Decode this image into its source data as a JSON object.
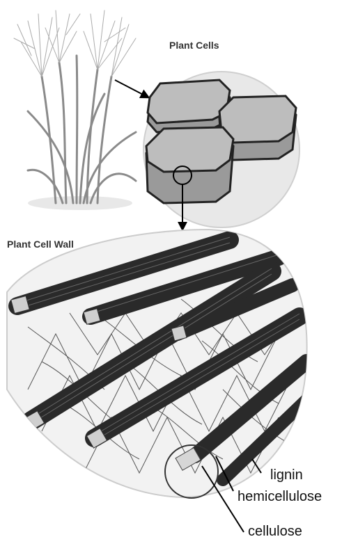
{
  "labels": {
    "plant_cells": "Plant Cells",
    "plant_cell_wall": "Plant Cell Wall",
    "lignin": "lignin",
    "hemicellulose": "hemicellulose",
    "cellulose": "cellulose"
  },
  "colors": {
    "cell_fill": "#bdbdbd",
    "cell_side": "#9a9a9a",
    "cell_outline": "#222222",
    "fiber": "#2a2a2a",
    "mesh": "#555555",
    "circle": "#d9d9d9",
    "grass": "#8a8a8a"
  }
}
